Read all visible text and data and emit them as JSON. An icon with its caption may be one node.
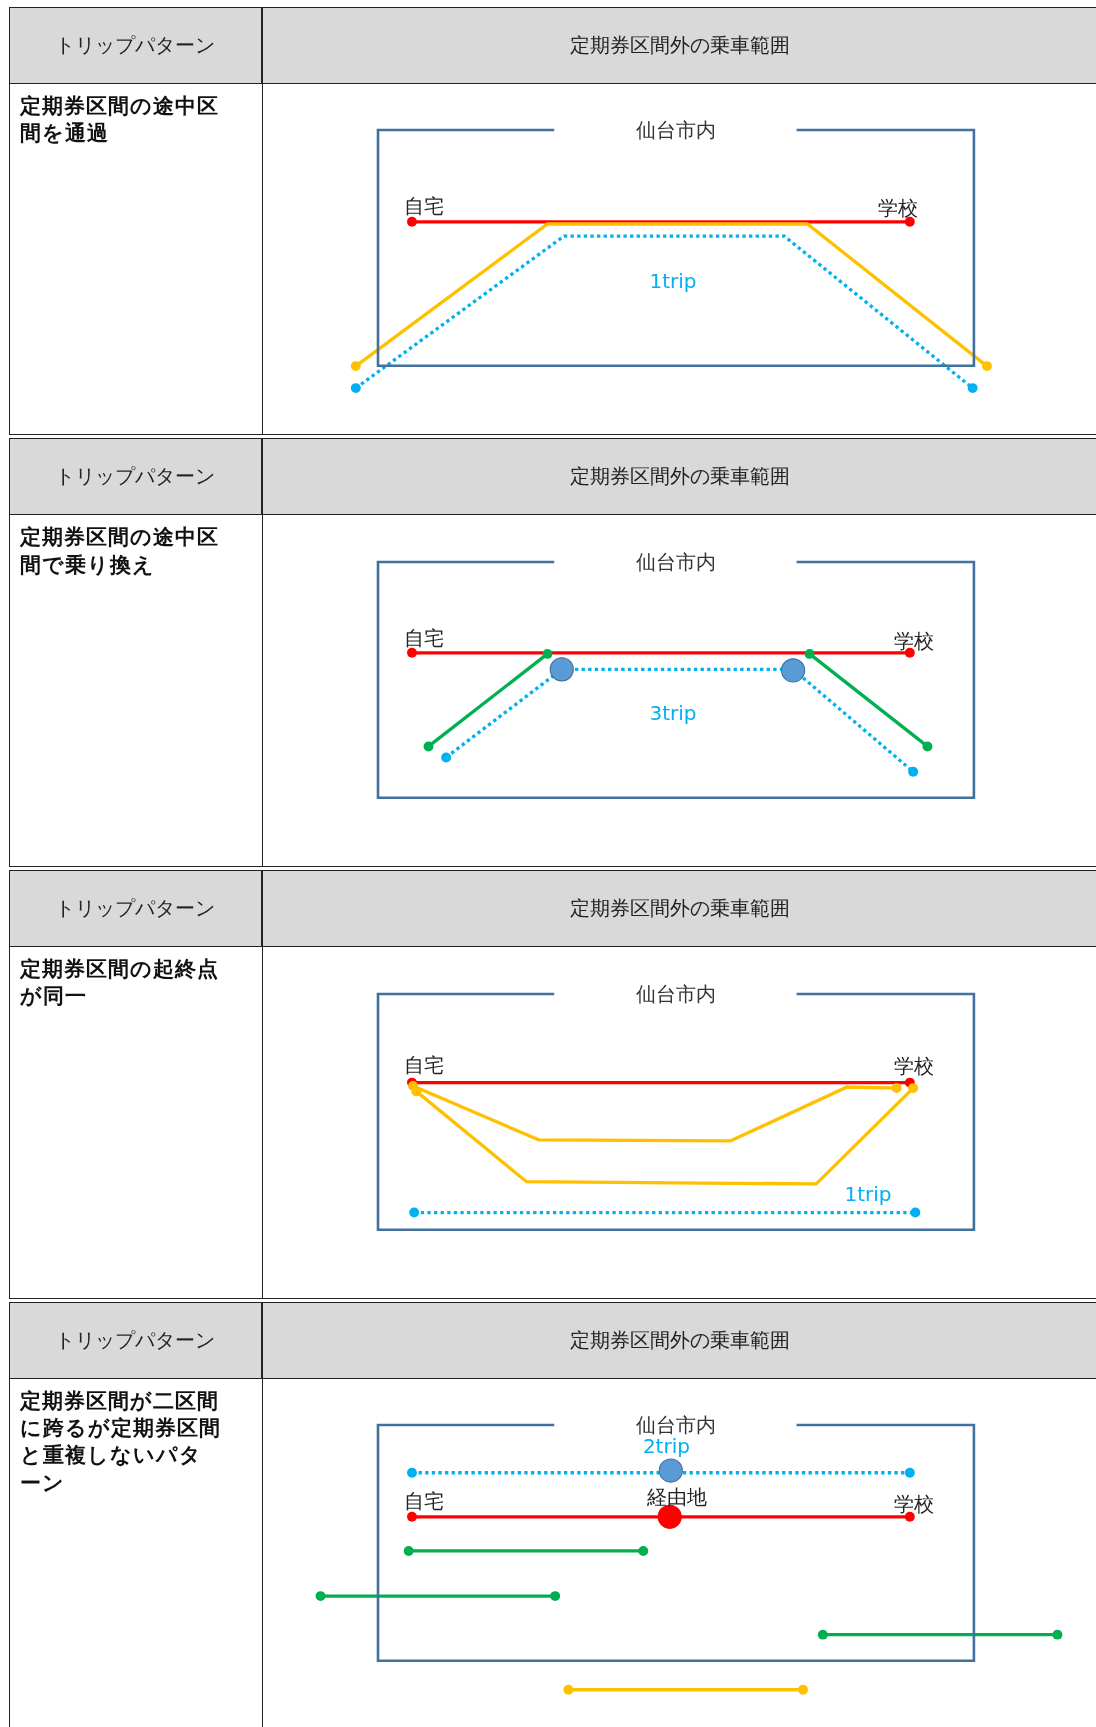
{
  "diagram": {
    "nodes": [
      {
        "text": [
          "仙台市内"
        ]
      },
      {
        "text": [
          "仙台市内"
        ]
      },
      {
        "text": [
          "仙台市内"
        ]
      },
      {
        "text": [
          "仙台市内"
        ]
      }
    ],
    "labels": [
      "トリップパターン",
      "定期券区間外の乗車範囲",
      "定期券区間の途中区間を通過",
      "自宅",
      "学校",
      "1trip",
      "トリップパターン",
      "定期券区間外の乗車範囲",
      "定期券区間の途中区間で乗り換え",
      "自宅",
      "学校",
      "3trip",
      "トリップパターン",
      "定期券区間外の乗車範囲",
      "定期券区間の起終点が同一",
      "自宅",
      "学校",
      "1trip",
      "トリップパターン",
      "定期券区間外の乗車範囲",
      "定期券区間が二区間に跨るが定期券区間と重複しないパターン",
      "2trip",
      "自宅",
      "経由地",
      "学校"
    ]
  }
}
